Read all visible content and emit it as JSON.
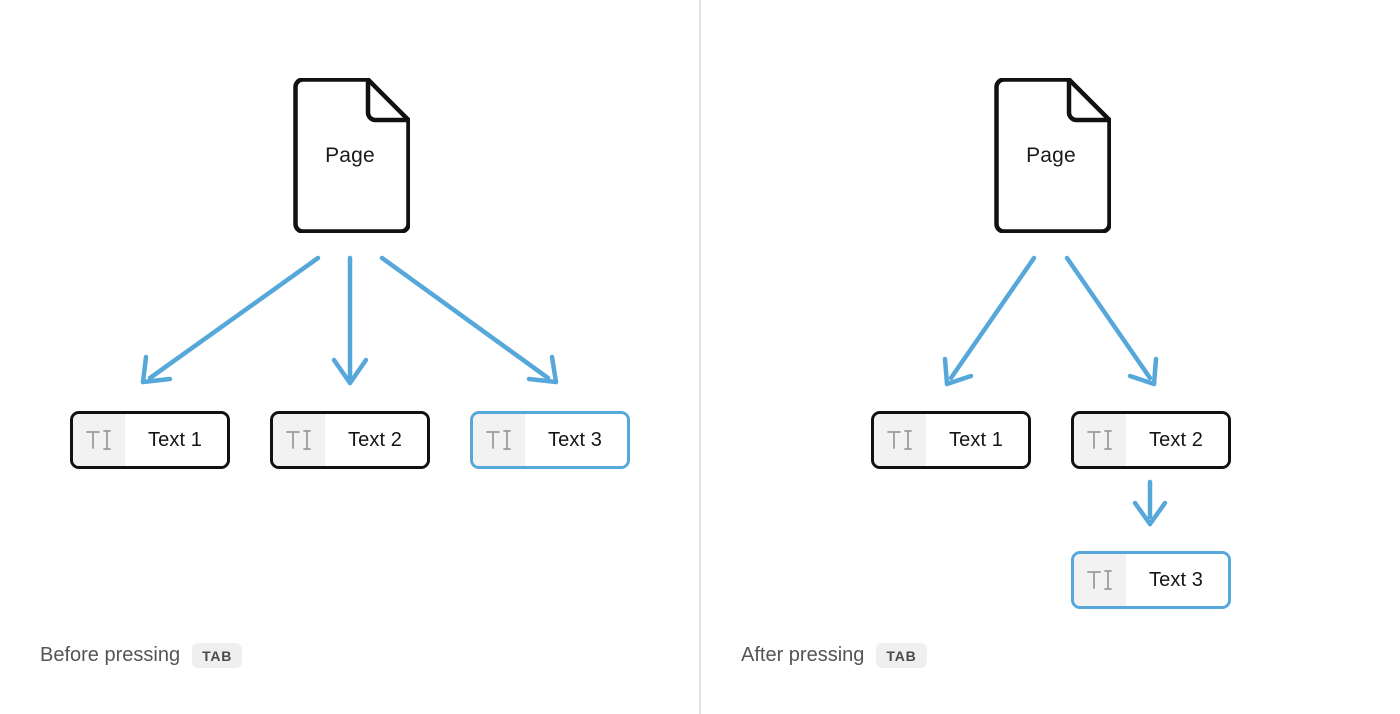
{
  "diagram": {
    "title_semantic": "tab-key-nesting-behaviour",
    "colors": {
      "arrow_blue": "#57a8da",
      "selected_border": "#57a8da",
      "node_border": "#111111",
      "icon_chip_bg": "#f2f2f2",
      "divider": "#e4e4e4",
      "caption_text": "#555555",
      "kbd_bg": "#efefef",
      "kbd_text": "#4a4a4a",
      "canvas_bg": "#ffffff"
    }
  },
  "left_panel": {
    "page_node": {
      "label": "Page",
      "icon": "document-page-icon"
    },
    "text_nodes": [
      {
        "label": "Text 1",
        "icon": "text-cursor-icon",
        "selected": false
      },
      {
        "label": "Text 2",
        "icon": "text-cursor-icon",
        "selected": false
      },
      {
        "label": "Text 3",
        "icon": "text-cursor-icon",
        "selected": true
      }
    ],
    "caption": {
      "text": "Before pressing",
      "key": "TAB"
    },
    "edges": [
      {
        "from": "Page",
        "to": "Text 1",
        "style": "arrow"
      },
      {
        "from": "Page",
        "to": "Text 2",
        "style": "arrow"
      },
      {
        "from": "Page",
        "to": "Text 3",
        "style": "arrow"
      }
    ]
  },
  "right_panel": {
    "page_node": {
      "label": "Page",
      "icon": "document-page-icon"
    },
    "text_nodes": [
      {
        "label": "Text 1",
        "icon": "text-cursor-icon",
        "selected": false
      },
      {
        "label": "Text 2",
        "icon": "text-cursor-icon",
        "selected": false
      },
      {
        "label": "Text 3",
        "icon": "text-cursor-icon",
        "selected": true
      }
    ],
    "caption": {
      "text": "After pressing",
      "key": "TAB"
    },
    "edges": [
      {
        "from": "Page",
        "to": "Text 1",
        "style": "arrow"
      },
      {
        "from": "Page",
        "to": "Text 2",
        "style": "arrow"
      },
      {
        "from": "Text 2",
        "to": "Text 3",
        "style": "arrow"
      }
    ]
  }
}
